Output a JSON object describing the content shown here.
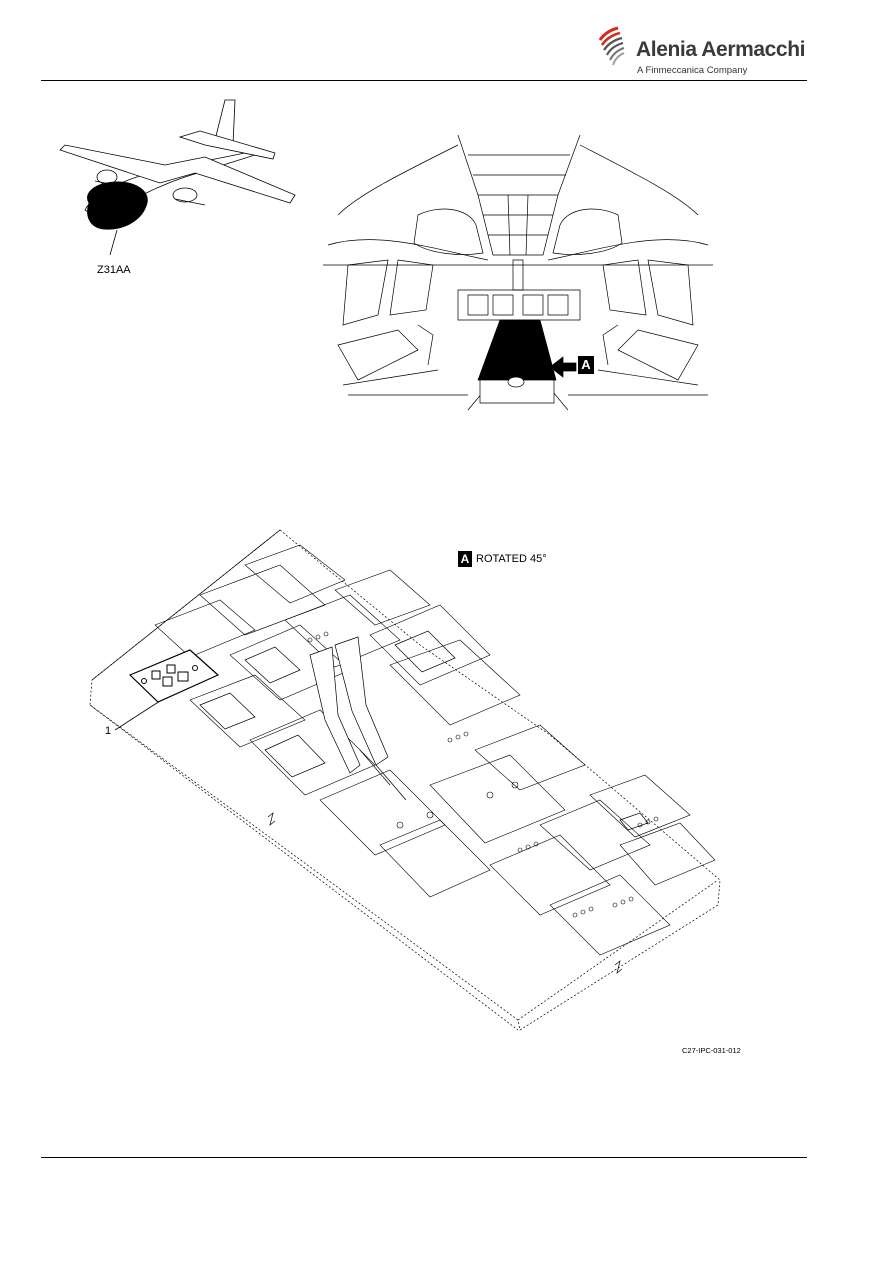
{
  "header": {
    "brand_name": "Alenia Aermacchi",
    "brand_subtitle": "A Finmeccanica Company"
  },
  "aircraft_view": {
    "zone_label": "Z31AA"
  },
  "cockpit_view": {
    "view_badge": "A"
  },
  "detail_view": {
    "view_badge": "A",
    "view_caption": "ROTATED 45°",
    "item_callout": "1"
  },
  "figure_code": "C27-IPC-031-012"
}
